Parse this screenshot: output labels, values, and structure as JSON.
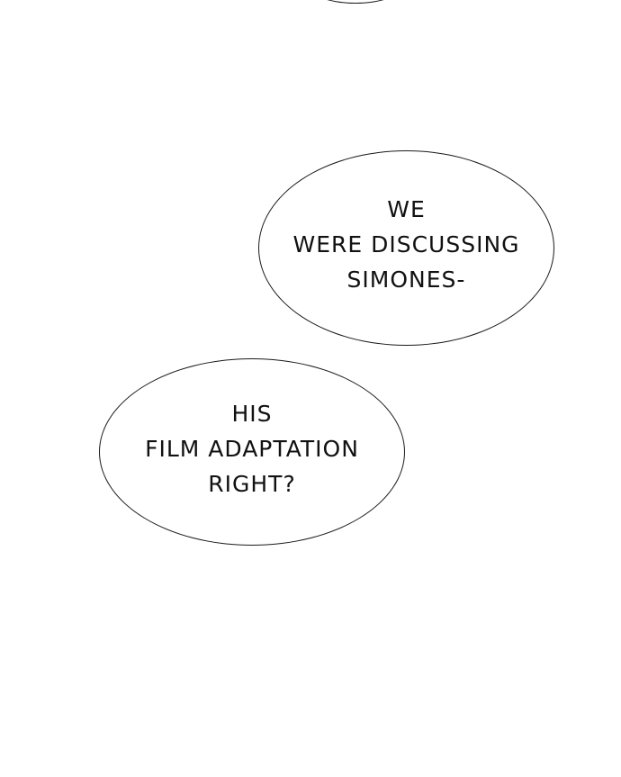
{
  "bubbles": [
    {
      "lines": [
        "WE",
        "WERE DISCUSSING",
        "SIMONES-"
      ]
    },
    {
      "lines": [
        "HIS",
        "FILM ADAPTATION",
        "RIGHT?"
      ]
    }
  ]
}
